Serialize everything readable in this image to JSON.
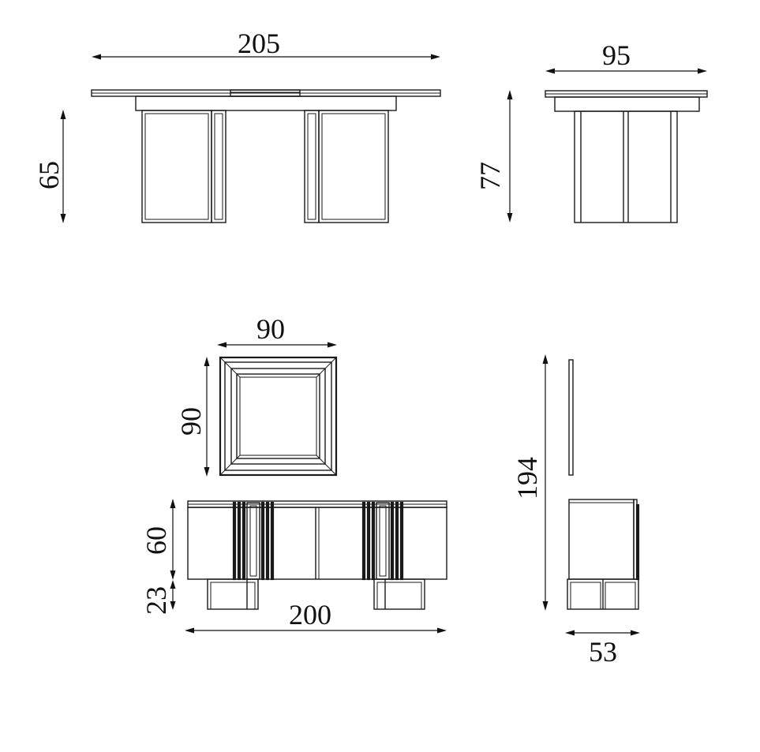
{
  "dimensions": {
    "table_length": "205",
    "table_height": "65",
    "table_side_width": "95",
    "table_side_height": "77",
    "mirror_width": "90",
    "mirror_height": "90",
    "sideboard_body_height": "60",
    "sideboard_leg_height": "23",
    "sideboard_length": "200",
    "total_height": "194",
    "sideboard_depth": "53"
  }
}
